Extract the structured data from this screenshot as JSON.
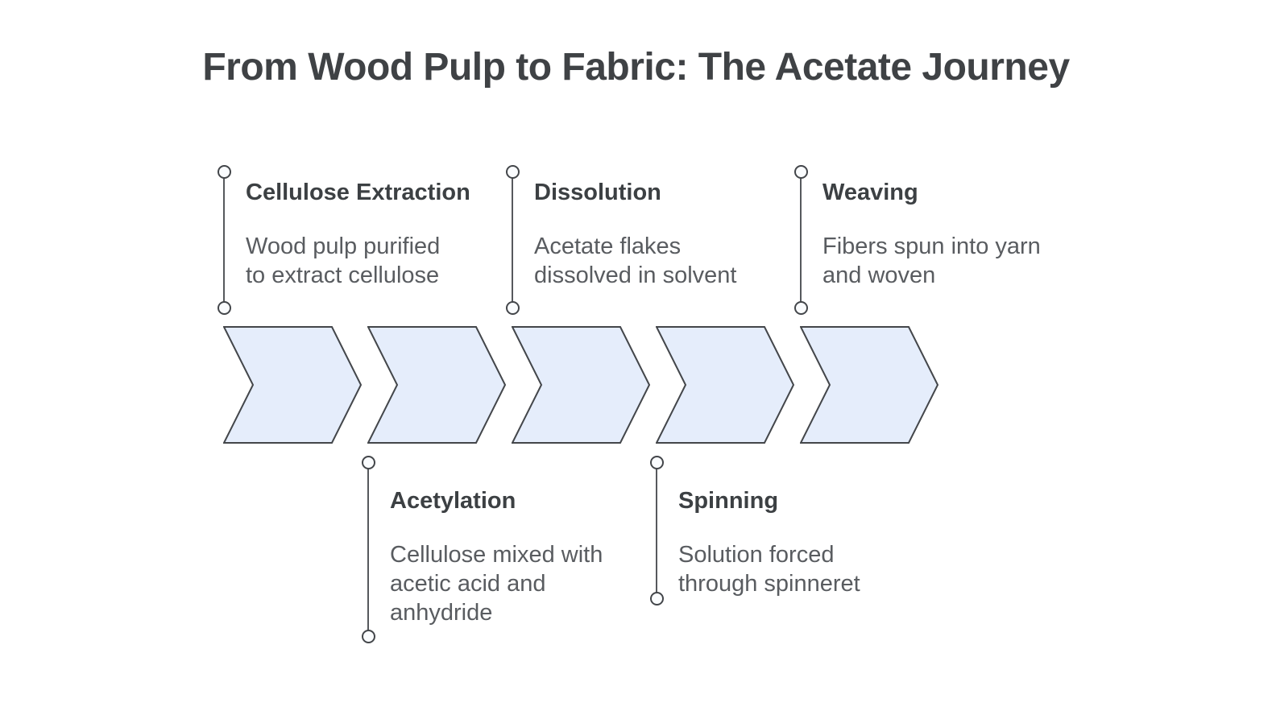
{
  "title": "From Wood Pulp to Fabric: The Acetate Journey",
  "diagram_type": "horizontal-process-flow",
  "steps": [
    {
      "order": 1,
      "label": "Cellulose Extraction",
      "description": "Wood pulp purified to extract cellulose",
      "description_lines": [
        "Wood pulp purified",
        "to extract cellulose"
      ],
      "label_position": "top"
    },
    {
      "order": 2,
      "label": "Acetylation",
      "description": "Cellulose mixed with acetic acid and anhydride",
      "description_lines": [
        "Cellulose mixed with",
        "acetic acid and",
        "anhydride"
      ],
      "label_position": "bottom"
    },
    {
      "order": 3,
      "label": "Dissolution",
      "description": "Acetate flakes dissolved in solvent",
      "description_lines": [
        "Acetate flakes",
        "dissolved in solvent"
      ],
      "label_position": "top"
    },
    {
      "order": 4,
      "label": "Spinning",
      "description": "Solution forced through spinneret",
      "description_lines": [
        "Solution forced",
        "through spinneret"
      ],
      "label_position": "bottom"
    },
    {
      "order": 5,
      "label": "Weaving",
      "description": "Fibers spun into yarn and woven",
      "description_lines": [
        "Fibers spun into yarn",
        "and woven"
      ],
      "label_position": "top"
    }
  ],
  "palette": {
    "background": "#FFFFFF",
    "chevron_fill": "#E5EDFB",
    "chevron_stroke": "#43464A",
    "connector_line": "#56595D",
    "connector_dot_fill": "#FAFCFE",
    "title_text": "#3F4245",
    "label_text": "#3C4043",
    "description_text": "#595C60"
  }
}
